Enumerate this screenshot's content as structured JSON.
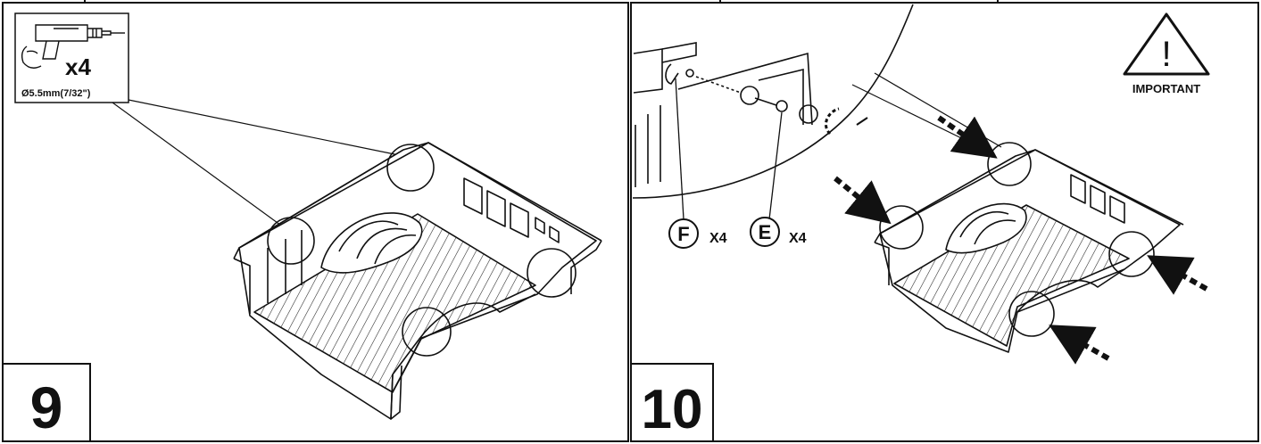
{
  "step9": {
    "number": "9",
    "drill_callout": {
      "quantity": "x4",
      "bit_size": "Ø5.5mm(7/32\")",
      "icon": "drill-icon"
    }
  },
  "step10": {
    "number": "10",
    "warning": {
      "icon": "warning-triangle-icon",
      "symbol": "!",
      "label": "IMPORTANT"
    },
    "parts": [
      {
        "letter": "F",
        "quantity": "X4"
      },
      {
        "letter": "E",
        "quantity": "X4"
      }
    ]
  },
  "colors": {
    "ink": "#111111",
    "paper": "#ffffff"
  }
}
